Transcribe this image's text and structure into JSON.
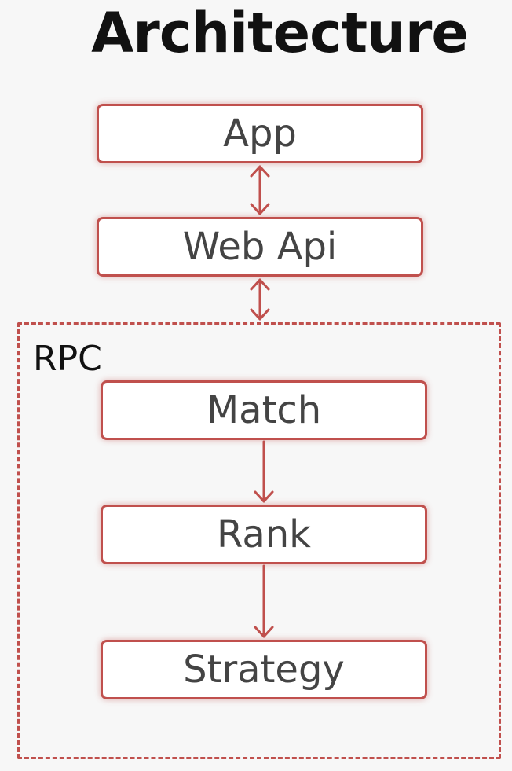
{
  "title": "Architecture",
  "group": {
    "label": "RPC"
  },
  "nodes": {
    "app": "App",
    "web_api": "Web Api",
    "match": "Match",
    "rank": "Rank",
    "strategy": "Strategy"
  },
  "edges": [
    {
      "from": "App",
      "to": "Web Api",
      "direction": "bidirectional"
    },
    {
      "from": "Web Api",
      "to": "RPC",
      "direction": "bidirectional"
    },
    {
      "from": "Match",
      "to": "Rank",
      "direction": "forward"
    },
    {
      "from": "Rank",
      "to": "Strategy",
      "direction": "forward"
    }
  ],
  "colors": {
    "accent": "#c0504d",
    "node_text": "#444444",
    "title_text": "#111111",
    "background": "#f7f7f7"
  }
}
